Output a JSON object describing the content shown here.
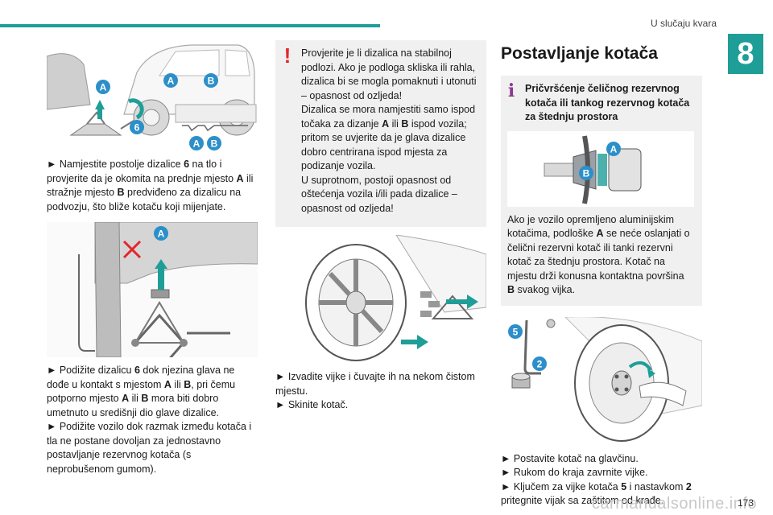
{
  "header": {
    "title": "U slučaju kvara",
    "chapter": "8"
  },
  "footer": {
    "page": "173",
    "watermark": "carmanualsonline.info"
  },
  "col1": {
    "fig1": {
      "label_a": "A",
      "label_b": "B",
      "label_6": "6"
    },
    "para1_parts": [
      "► Namjestite postolje dizalice ",
      "6",
      " na tlo i provjerite da je okomita na prednje mjesto ",
      "A",
      " ili stražnje mjesto ",
      "B",
      " predviđeno za dizalicu na podvozju, što bliže kotaču koji mijenjate."
    ],
    "fig2": {
      "label_a": "A"
    },
    "para2_parts": [
      "► Podižite dizalicu ",
      "6",
      " dok njezina glava ne dođe u kontakt s mjestom ",
      "A",
      " ili ",
      "B",
      ", pri čemu potporno mjesto ",
      "A",
      " ili ",
      "B",
      " mora biti dobro umetnuto u središnji dio glave dizalice."
    ],
    "para3": "► Podižite vozilo dok razmak između kotača i tla ne postane dovoljan za jednostavno postavljanje rezervnog kotača (s neprobušenom gumom)."
  },
  "col2": {
    "warning_mark": "!",
    "warning_parts": [
      "Provjerite je li dizalica na stabilnoj podlozi. Ako je podloga skliska ili rahla, dizalica bi se mogla pomaknuti i utonuti – opasnost od ozljeda!",
      "Dizalica se mora namjestiti samo ispod točaka za dizanje ",
      "A",
      " ili ",
      "B",
      " ispod vozila; pritom se uvjerite da je glava dizalice dobro centrirana ispod mjesta za podizanje vozila.",
      "U suprotnom, postoji opasnost od oštećenja vozila i/ili pada dizalice – opasnost od ozljeda!"
    ],
    "step1": "► Izvadite vijke i čuvajte ih na nekom čistom mjestu.",
    "step2": "► Skinite kotač."
  },
  "col3": {
    "section_title": "Postavljanje kotača",
    "info_mark": "i",
    "info_title": "Pričvršćenje čeličnog rezervnog kotača ili tankog rezervnog kotača za štednju prostora",
    "info_fig": {
      "label_a": "A",
      "label_b": "B"
    },
    "info_parts": [
      "Ako je vozilo opremljeno aluminijskim kotačima, podloške ",
      "A",
      " se neće oslanjati o čelični rezervni kotač ili tanki rezervni kotač za štednju prostora. Kotač na mjestu drži konusna kontaktna površina ",
      "B",
      " svakog vijka."
    ],
    "fig": {
      "label_5": "5",
      "label_2": "2"
    },
    "step1": "► Postavite kotač na glavčinu.",
    "step2": "► Rukom do kraja zavrnite vijke.",
    "step3_parts": [
      "► Ključem za vijke kotača ",
      "5",
      " i nastavkom ",
      "2",
      " pritegnite vijak sa zaštitom od krađe."
    ]
  },
  "colors": {
    "accent": "#1f9e98",
    "label": "#2c8fc9",
    "warning": "#e3262b",
    "info": "#8c3a8d"
  }
}
